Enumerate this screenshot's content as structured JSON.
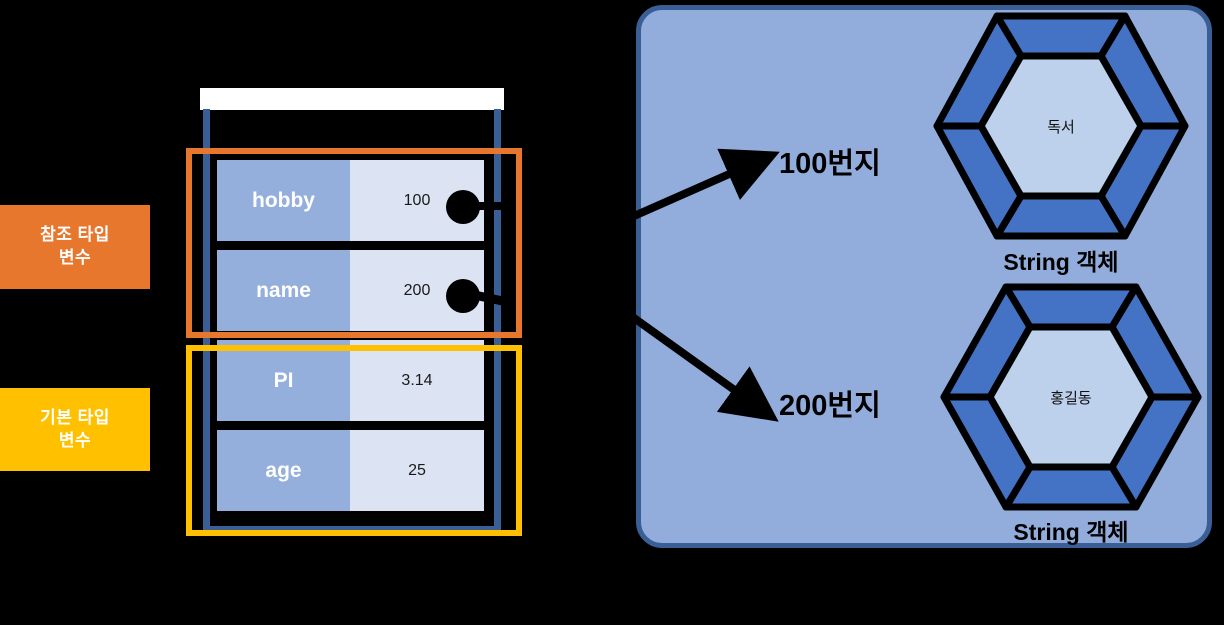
{
  "labels": {
    "reference_type": {
      "line1": "참조 타입",
      "line2": "변수",
      "color": "#E8772E"
    },
    "primitive_type": {
      "line1": "기본 타입",
      "line2": "변수",
      "color": "#FFC000"
    }
  },
  "stack": {
    "rows": [
      {
        "name": "hobby",
        "value": "100",
        "kind": "reference",
        "has_pointer": true
      },
      {
        "name": "name",
        "value": "200",
        "kind": "reference",
        "has_pointer": true
      },
      {
        "name": "PI",
        "value": "3.14",
        "kind": "primitive",
        "has_pointer": false
      },
      {
        "name": "age",
        "value": "25",
        "kind": "primitive",
        "has_pointer": false
      }
    ],
    "key_color": "#94AFDC",
    "value_color": "#DCE3F2",
    "container_color": "#3A5E96"
  },
  "heap": {
    "background": "#92ADDB",
    "border": "#3A5E96",
    "objects": [
      {
        "address": "100번지",
        "content": "독서",
        "caption": "String 객체",
        "ring_color": "#4472C4",
        "inner_color": "#BDD0EC"
      },
      {
        "address": "200번지",
        "content": "홍길동",
        "caption": "String 객체",
        "ring_color": "#4472C4",
        "inner_color": "#BDD0EC"
      }
    ]
  },
  "arrows": [
    {
      "name": "pointer-to-100",
      "from": "hobby-value",
      "to": "100번지"
    },
    {
      "name": "pointer-to-200",
      "from": "name-value",
      "to": "200번지"
    }
  ]
}
